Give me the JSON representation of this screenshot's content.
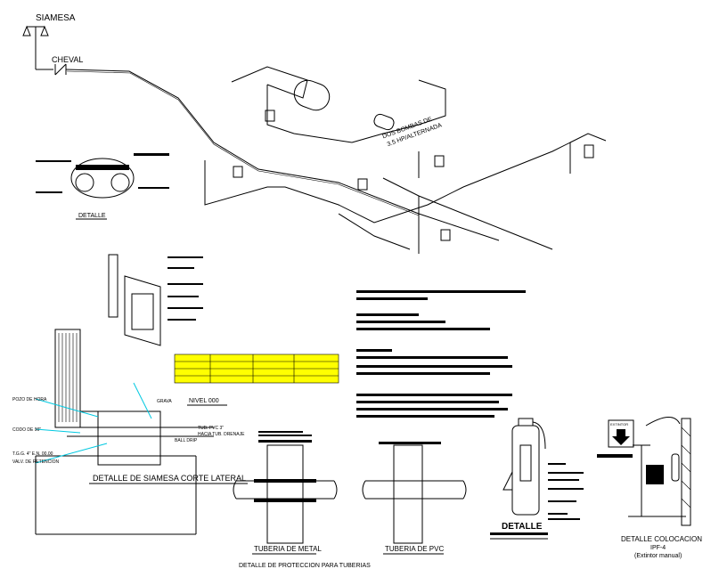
{
  "labels": {
    "siamesa": "SIAMESA",
    "cheval": "CHEVAL",
    "nivel": "NIVEL 000",
    "detalle_siamesa": "DETALLE DE SIAMESA CORTE LATERAL",
    "tuberia_metal": "TUBERIA DE METAL",
    "tuberia_pvc": "TUBERIA DE PVC",
    "detalle_tuberias": "DETALLE DE PROTECCION PARA TUBERIAS",
    "detalle_extintor": "DETALLE",
    "colocacion_title": "DETALLE COLOCACION",
    "colocacion_code": "IPF-4",
    "colocacion_sub": "(Extintor manual)",
    "extintor_sign": "EXTINTOR",
    "bombas_line1": "DOS BOMBAS DE",
    "bombas_line2": "3.5 HP/ALTERNADA",
    "detalle_small": "DETALLE",
    "tube_label_1": "TUB. PVC 3\"",
    "tube_label_2": "HACIA TUB. DRENAJE",
    "ball_drip": "BALL DRIP",
    "pozo_label": "POZO DE HORA",
    "grava_label": "GRAVA",
    "valve_label": "VALV. DE RETENCION",
    "codo_label": "CODO DE 90\"",
    "tubo_label": "T.G.G. 4\" E.N. 00.00"
  },
  "colors": {
    "line": "#000000",
    "accent_cyan": "#00c8e0",
    "table_fill": "#ffff00",
    "table_text": "#c8a000"
  },
  "icons": {
    "siamesa": "siamesa-connection-icon",
    "cheval": "check-valve-icon",
    "extinguisher": "fire-extinguisher-icon",
    "arrow": "down-arrow-icon"
  }
}
